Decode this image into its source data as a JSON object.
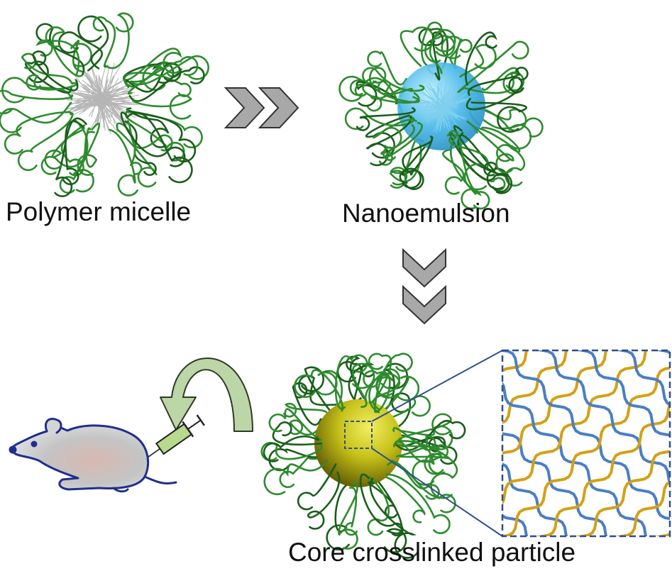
{
  "labels": {
    "polymer_micelle": "Polymer micelle",
    "nanoemulsion": "Nanoemulsion",
    "core_crosslinked": "Core crosslinked particle"
  },
  "colors": {
    "corona_strand": "#2e8b2e",
    "corona_dark": "#1a5e1a",
    "micelle_core": "#bfbfbf",
    "emulsion_droplet": "#48b8e8",
    "crosslinked_core": "#c7c21a",
    "network_gold": "#d4a017",
    "network_blue": "#4a7fc4",
    "zoom_frame": "#2f4f8f",
    "chevron_fill": "#a8a8a8",
    "chevron_stroke": "#333333",
    "curved_arrow_fill": "#bcd6a8",
    "mouse_body": "#c8c8c8",
    "mouse_outline": "#1f2f8f",
    "syringe_fill": "#b9d98c"
  },
  "icons": {
    "step_arrow_right": "double-chevron-right-icon",
    "step_arrow_down": "double-chevron-down-icon",
    "injection_arrow": "curved-arrow-icon",
    "mouse": "mouse-icon",
    "syringe": "syringe-icon"
  }
}
